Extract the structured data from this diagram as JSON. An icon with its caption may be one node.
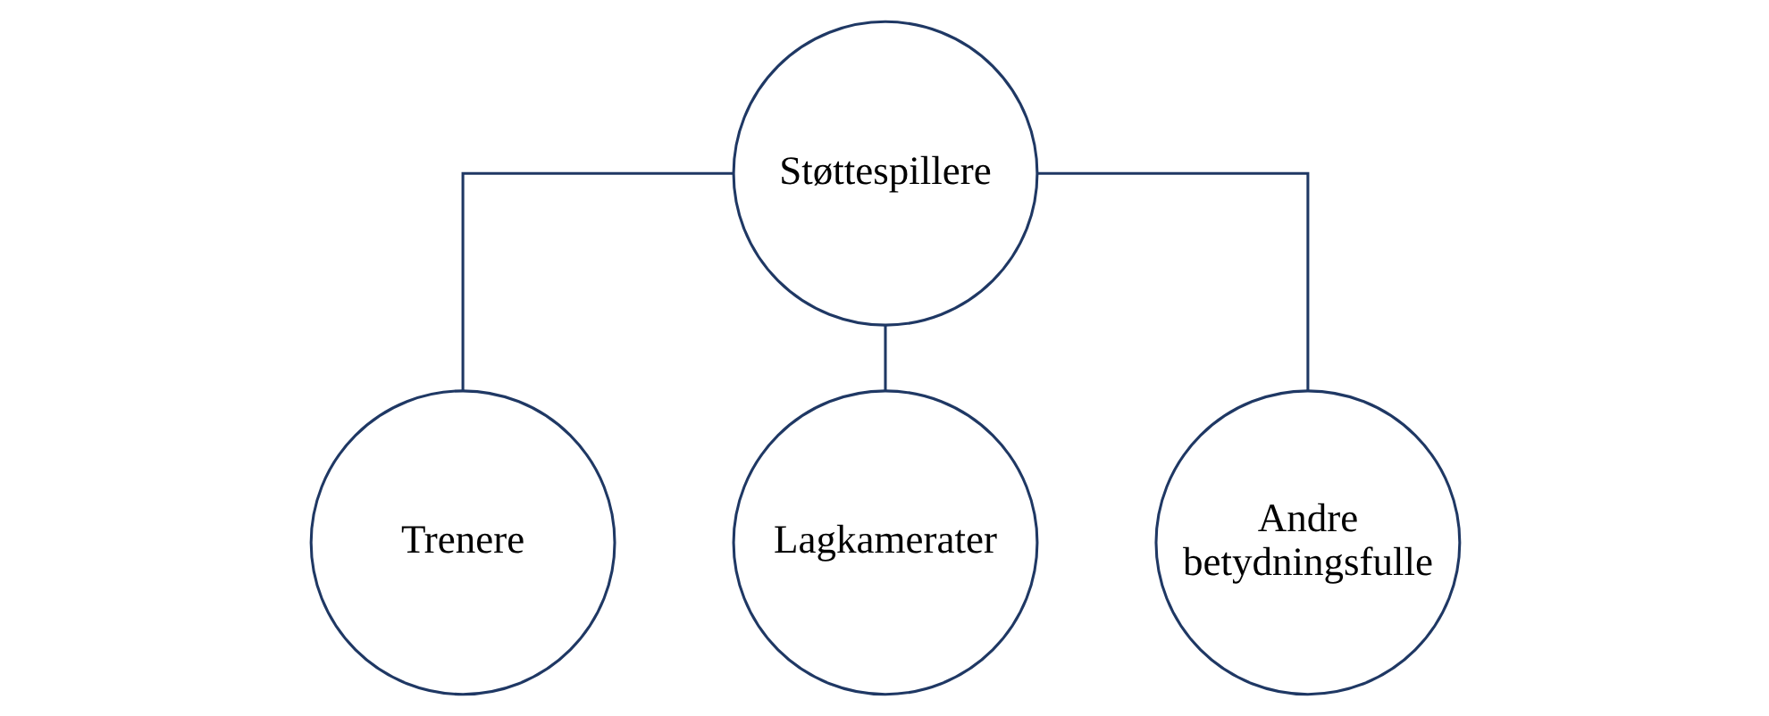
{
  "diagram": {
    "nodes": [
      {
        "text": [
          "Støttespillere"
        ]
      },
      {
        "text": [
          "Trenere"
        ]
      },
      {
        "text": [
          "Lagkamerater"
        ]
      },
      {
        "text": [
          "Andre betydningsfulle"
        ]
      }
    ],
    "edges": [
      {
        "from": 0,
        "to": 1,
        "arrow": "none"
      },
      {
        "from": 0,
        "to": 2,
        "arrow": "none"
      },
      {
        "from": 0,
        "to": 3,
        "arrow": "none"
      }
    ]
  }
}
